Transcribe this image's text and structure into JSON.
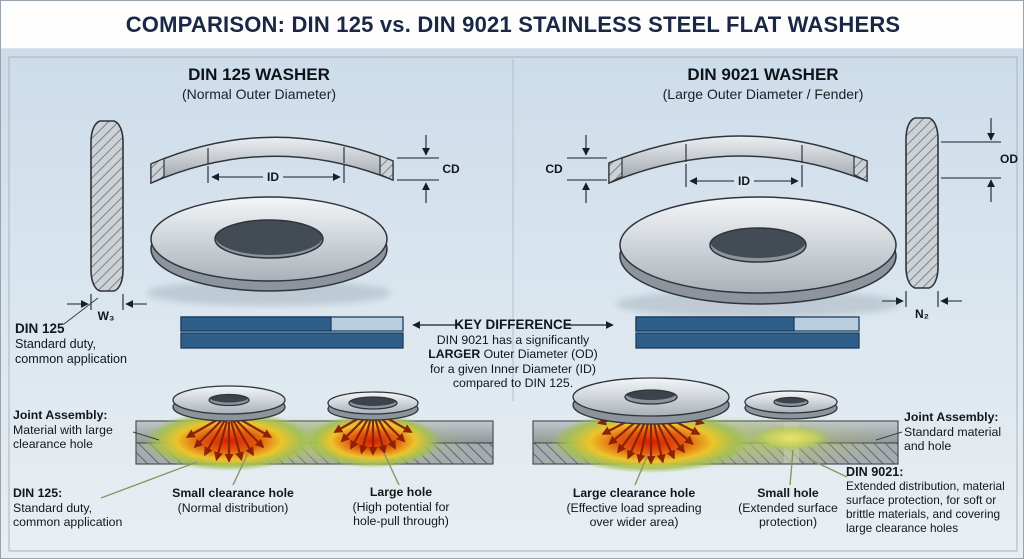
{
  "title": "COMPARISON: DIN 125 vs. DIN 9021 STAINLESS STEEL FLAT WASHERS",
  "panels": {
    "left": {
      "title": "DIN 125 WASHER",
      "subtitle": "(Normal Outer Diameter)",
      "dim_id": "ID",
      "dim_cd": "CD",
      "dim_width": "W₃",
      "callout_title": "DIN 125",
      "callout_lines": [
        "Standard duty,",
        "common application"
      ]
    },
    "right": {
      "title": "DIN 9021 WASHER",
      "subtitle": "(Large Outer Diameter / Fender)",
      "dim_id": "ID",
      "dim_cd": "CD",
      "dim_od": "OD",
      "dim_width": "N₂"
    }
  },
  "key_difference": {
    "heading": "KEY DIFFERENCE",
    "line1": "DIN 9021 has a significantly",
    "line2_emph": "LARGER",
    "line2_rest": " Outer Diameter (OD)",
    "line3": "for a given Inner Diameter (ID)",
    "line4": "compared to DIN 125."
  },
  "assembly_left": {
    "joint_title": "Joint Assembly:",
    "joint_lines": [
      "Material with large",
      "clearance hole"
    ],
    "din_title": "DIN 125:",
    "din_lines": [
      "Standard duty,",
      "common application"
    ],
    "small_hole_title": "Small clearance hole",
    "small_hole_lines": [
      "(Normal distribution)"
    ],
    "large_hole_title": "Large hole",
    "large_hole_lines": [
      "(High potential for",
      "hole-pull through)"
    ]
  },
  "assembly_right": {
    "joint_title": "Joint Assembly:",
    "joint_lines": [
      "Standard material",
      "and hole"
    ],
    "din_title": "DIN 9021:",
    "din_lines": [
      "Extended distribution, material",
      "surface protection, for soft or",
      "brittle materials, and covering",
      "large clearance holes"
    ],
    "large_hole_title": "Large clearance hole",
    "large_hole_lines": [
      "(Effective load spreading",
      "over wider area)"
    ],
    "small_hole_title": "Small hole",
    "small_hole_lines": [
      "(Extended surface",
      "protection)"
    ]
  },
  "colors": {
    "accent_navy": "#1a2745",
    "bar_dark": "#2e5f8a",
    "bar_light": "#b9cfdf",
    "load_red": "#8d2208",
    "heat_green": "#a3c050"
  }
}
